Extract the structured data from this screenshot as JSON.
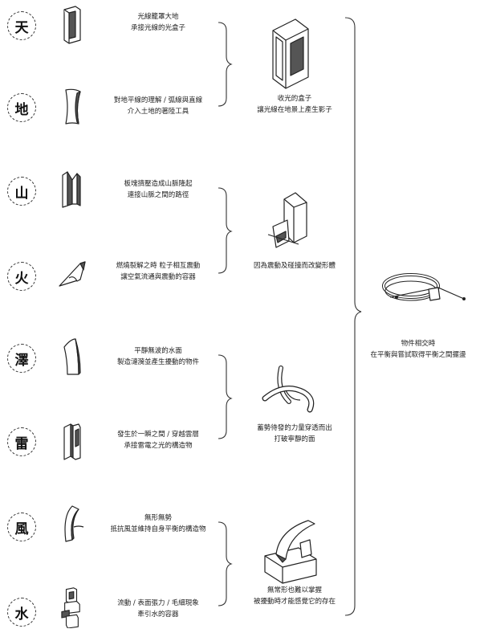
{
  "elements": [
    {
      "char": "天",
      "icon": "tall-open-box-icon",
      "lines": [
        "光線籠罩大地",
        "承接光線的光盒子"
      ]
    },
    {
      "char": "地",
      "icon": "curved-plate-icon",
      "lines": [
        "對地平線的理解 / 弧線與直線",
        "介入土地的著陸工具"
      ]
    },
    {
      "char": "山",
      "icon": "folded-ridges-icon",
      "lines": [
        "板塊擠壓造成山脈隆起",
        "連接山脈之間的路徑"
      ]
    },
    {
      "char": "火",
      "icon": "cracked-wedge-icon",
      "lines": [
        "燃燒裂解之時 粒子相互震動",
        "讓空氣流通與震動的容器"
      ]
    },
    {
      "char": "澤",
      "icon": "twisted-vessel-icon",
      "lines": [
        "平靜無波的水面",
        "製造漣漪並產生擾動的物件"
      ]
    },
    {
      "char": "雷",
      "icon": "split-panels-icon",
      "lines": [
        "發生於一瞬之間 / 穿越雲層",
        "承接雷電之光的構造物"
      ]
    },
    {
      "char": "風",
      "icon": "curved-shield-icon",
      "lines": [
        "無形無勢",
        "抵抗風並維持自身平衡的構造物"
      ]
    },
    {
      "char": "水",
      "icon": "stacked-tower-icon",
      "lines": [
        "流動 / 表面張力 / 毛細現象",
        "牽引水的容器"
      ]
    }
  ],
  "pairs": [
    {
      "icon": "light-box-icon",
      "lines": [
        "收光的盒子",
        "讓光線在地景上產生影子"
      ]
    },
    {
      "icon": "deformed-block-icon",
      "lines": [
        "因為震動及碰撞而改變形體"
      ]
    },
    {
      "icon": "crossing-arcs-icon",
      "lines": [
        "蓄勢待發的力量穿透而出",
        "打破寧靜的面"
      ]
    },
    {
      "icon": "curved-vessel-icon",
      "lines": [
        "無常形也難以掌握",
        "被擾動時才能感覺它的存在"
      ]
    }
  ],
  "final": {
    "icon": "balance-ring-icon",
    "lines": [
      "物件相交時",
      "在平衡與嘗試取得平衡之間擺盪"
    ]
  }
}
